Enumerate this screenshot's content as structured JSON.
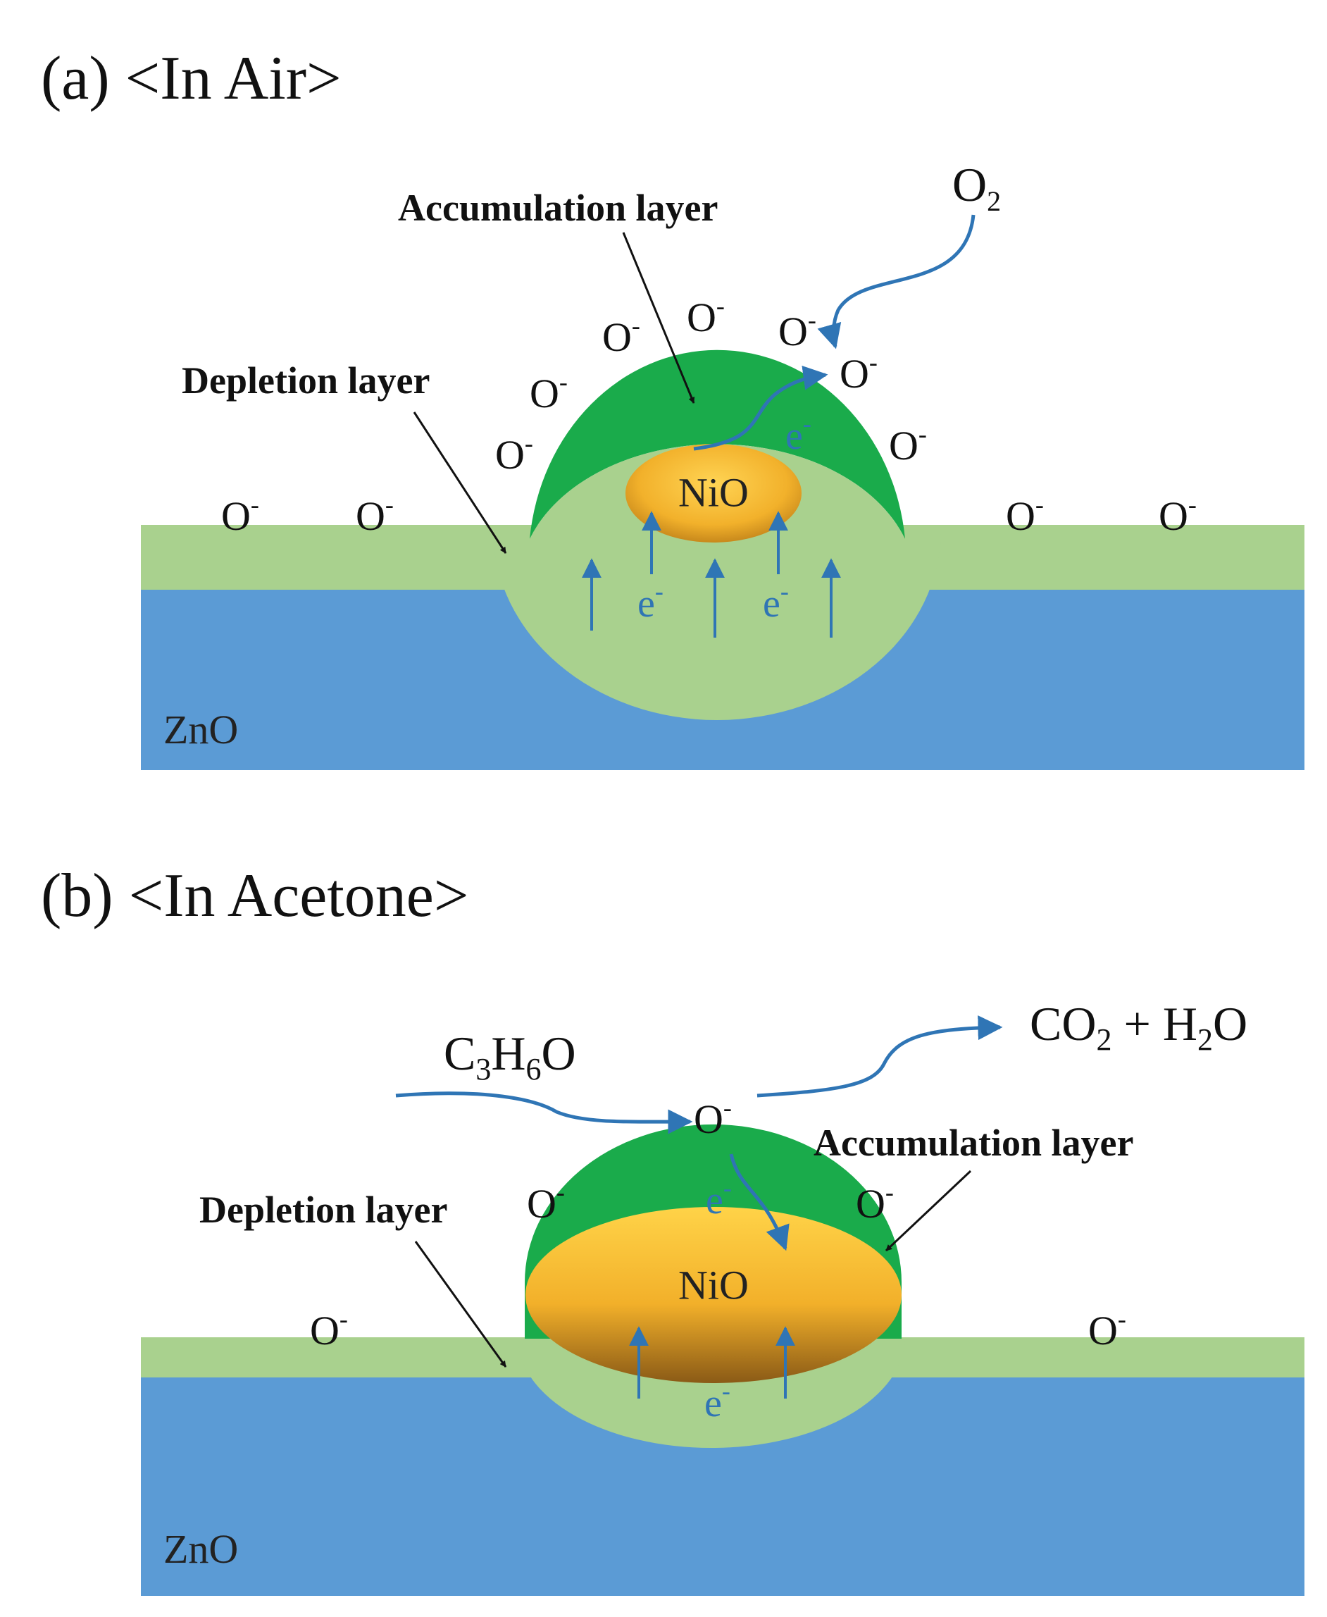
{
  "colors": {
    "zno_blue": "#5b9bd5",
    "depletion_green": "#a9d18e",
    "accumulation_green": "#1aab4b",
    "nio_gold": "#f5b52a",
    "arrow_blue": "#2f75b5",
    "black": "#111111"
  },
  "panel_a": {
    "title": "(a) <In Air>",
    "accumulation_label": "Accumulation layer",
    "depletion_label": "Depletion  layer",
    "gas": "O",
    "gas_subscript": "2",
    "oxygen_ion": "O",
    "ion_charge": "-",
    "nio_label": "NiO",
    "electron": "e",
    "electron_charge": "-",
    "substrate_label": "ZnO"
  },
  "panel_b": {
    "title": "(b) <In Acetone>",
    "reactant": {
      "c": "C",
      "c_sub": "3",
      "h": "H",
      "h_sub": "6",
      "o": "O"
    },
    "products": {
      "co": "CO",
      "co_sub": "2",
      "plus": " + H",
      "h_sub": "2",
      "o": "O"
    },
    "accumulation_label": "Accumulation layer",
    "depletion_label": "Depletion  layer",
    "oxygen_ion": "O",
    "ion_charge": "-",
    "nio_label": "NiO",
    "electron": "e",
    "electron_charge": "-",
    "substrate_label": "ZnO"
  }
}
